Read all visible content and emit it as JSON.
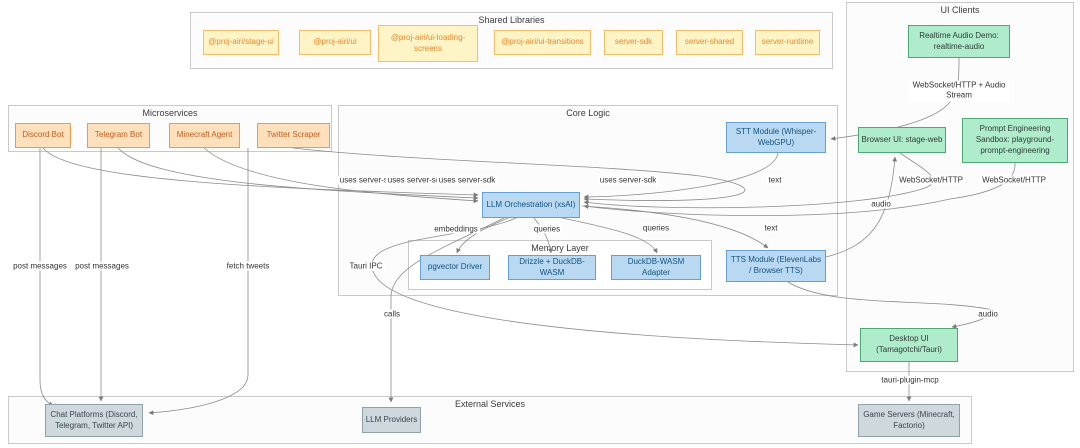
{
  "containers": {
    "shared_libraries": {
      "label": "Shared Libraries"
    },
    "ui_clients": {
      "label": "UI Clients"
    },
    "microservices": {
      "label": "Microservices"
    },
    "core_logic": {
      "label": "Core Logic"
    },
    "memory_layer": {
      "label": "Memory Layer"
    },
    "external_services": {
      "label": "External Services"
    }
  },
  "nodes": {
    "stage_ui": {
      "label": "@proj-airi/stage-ui"
    },
    "ui": {
      "label": "@proj-airi/ui"
    },
    "ui_loading_screens": {
      "label": "@proj-airi/ui-loading-screens"
    },
    "ui_transitions": {
      "label": "@proj-airi/ui-transitions"
    },
    "server_sdk": {
      "label": "server-sdk"
    },
    "server_shared": {
      "label": "server-shared"
    },
    "server_runtime": {
      "label": "server-runtime"
    },
    "discord_bot": {
      "label": "Discord Bot"
    },
    "telegram_bot": {
      "label": "Telegram Bot"
    },
    "minecraft_agent": {
      "label": "Minecraft Agent"
    },
    "twitter_scraper": {
      "label": "Twitter Scraper"
    },
    "stt_module": {
      "label": "STT Module (Whisper-WebGPU)"
    },
    "llm_orchestration": {
      "label": "LLM Orchestration (xsAI)"
    },
    "tts_module": {
      "label": "TTS Module (ElevenLabs / Browser TTS)"
    },
    "pgvector_driver": {
      "label": "pgvector Driver"
    },
    "drizzle_duckdb": {
      "label": "Drizzle + DuckDB-WASM"
    },
    "duckdb_adapter": {
      "label": "DuckDB-WASM Adapter"
    },
    "realtime_audio_demo": {
      "label": "Realtime Audio Demo: realtime-audio"
    },
    "browser_ui": {
      "label": "Browser UI: stage-web"
    },
    "prompt_sandbox": {
      "label": "Prompt Engineering Sandbox: playground-prompt-engineering"
    },
    "desktop_ui": {
      "label": "Desktop UI (Tamagotchi/Tauri)"
    },
    "chat_platforms": {
      "label": "Chat Platforms (Discord, Telegram, Twitter API)"
    },
    "llm_providers": {
      "label": "LLM Providers"
    },
    "game_servers": {
      "label": "Game Servers (Minecraft, Factorio)"
    }
  },
  "edge_labels": {
    "ws_audio_stream": "WebSocket/HTTP + Audio Stream",
    "uses_server_sdk_1": "uses server-sdk",
    "uses_server_sdk_2": "uses server-sdk",
    "uses_server_sdk_3": "uses server-sdk",
    "uses_server_sdk_4": "uses server-sdk",
    "text_stt": "text",
    "text_tts": "text",
    "ws_http_1": "WebSocket/HTTP",
    "ws_http_2": "WebSocket/HTTP",
    "audio_browser": "audio",
    "audio_desktop": "audio",
    "embeddings": "embeddings",
    "queries_1": "queries",
    "queries_2": "queries",
    "tauri_ipc": "Tauri IPC",
    "post_messages_1": "post messages",
    "post_messages_2": "post messages",
    "fetch_tweets": "fetch tweets",
    "calls": "calls",
    "tauri_plugin_mcp": "tauri-plugin-mcp"
  },
  "theme": {
    "yellow_fill": "#FFF4C6",
    "yellow_border": "#F3BE6A",
    "yellow_text": "#E8892F",
    "orange_fill": "#FFE0BD",
    "orange_border": "#EA9A53",
    "orange_text": "#C05E1D",
    "blue_fill": "#B9D9F2",
    "blue_border": "#64A0D0",
    "blue_text": "#14527F",
    "green_fill": "#AFECCB",
    "green_border": "#4EA873",
    "green_text": "#2E3B38",
    "gray_fill": "#CFD8DD",
    "gray_border": "#90A1AB",
    "gray_text": "#37474F",
    "container_border": "#C9C9C9",
    "container_fill": "#FCFCFC",
    "edge": "#8C8C8C",
    "edge_label_text": "#333333"
  }
}
